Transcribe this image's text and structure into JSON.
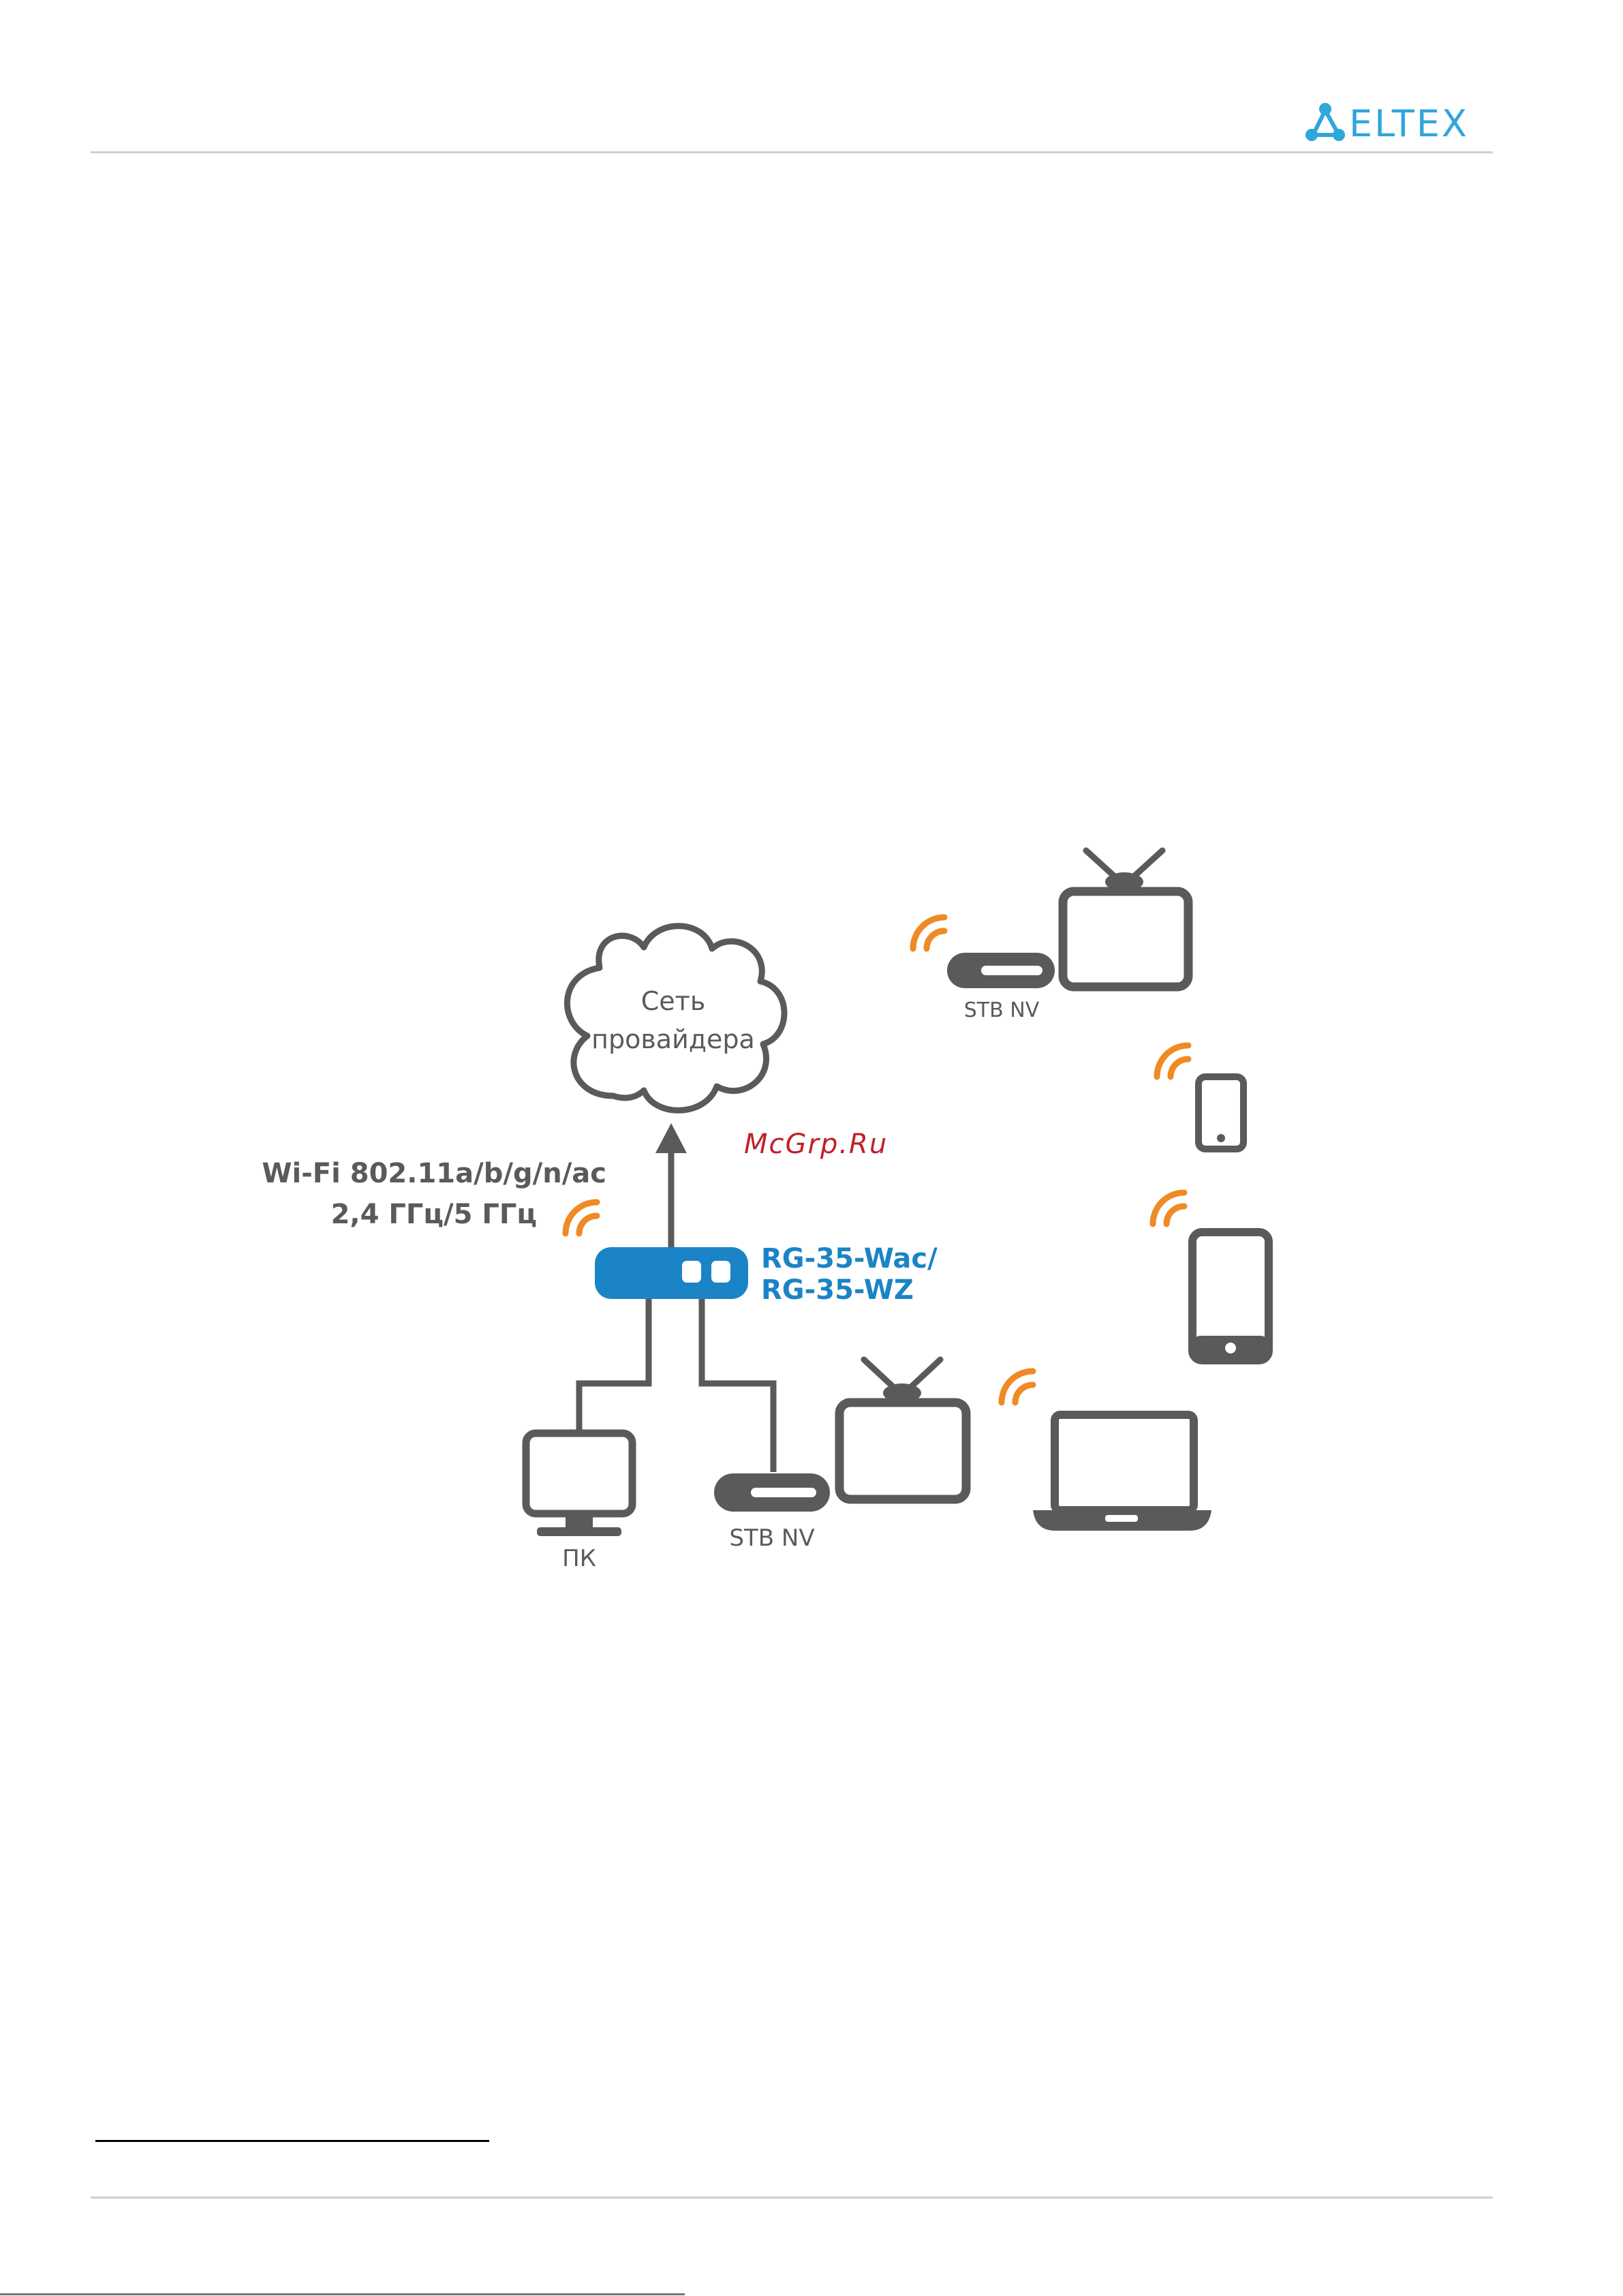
{
  "header": {
    "brand": "ELTEX"
  },
  "diagram": {
    "cloud_label_line1": "Сеть",
    "cloud_label_line2": "провайдера",
    "wifi_label_line1": "Wi-Fi 802.11a/b/g/n/ac",
    "wifi_label_line2": "2,4 ГГц/5 ГГц",
    "router_label_line1": "RG-35-Wac/",
    "router_label_line2": "RG-35-WZ",
    "pc_label": "ПК",
    "stb_wired_label": "STB NV",
    "stb_wireless_label": "STB NV",
    "watermark": "McGrp.Ru"
  },
  "colors": {
    "device_gray": "#5a5a5a",
    "router_blue": "#1a84c6",
    "wifi_orange": "#ef8a25",
    "watermark_red": "#c0202a",
    "logo_blue": "#2fa6dc"
  }
}
